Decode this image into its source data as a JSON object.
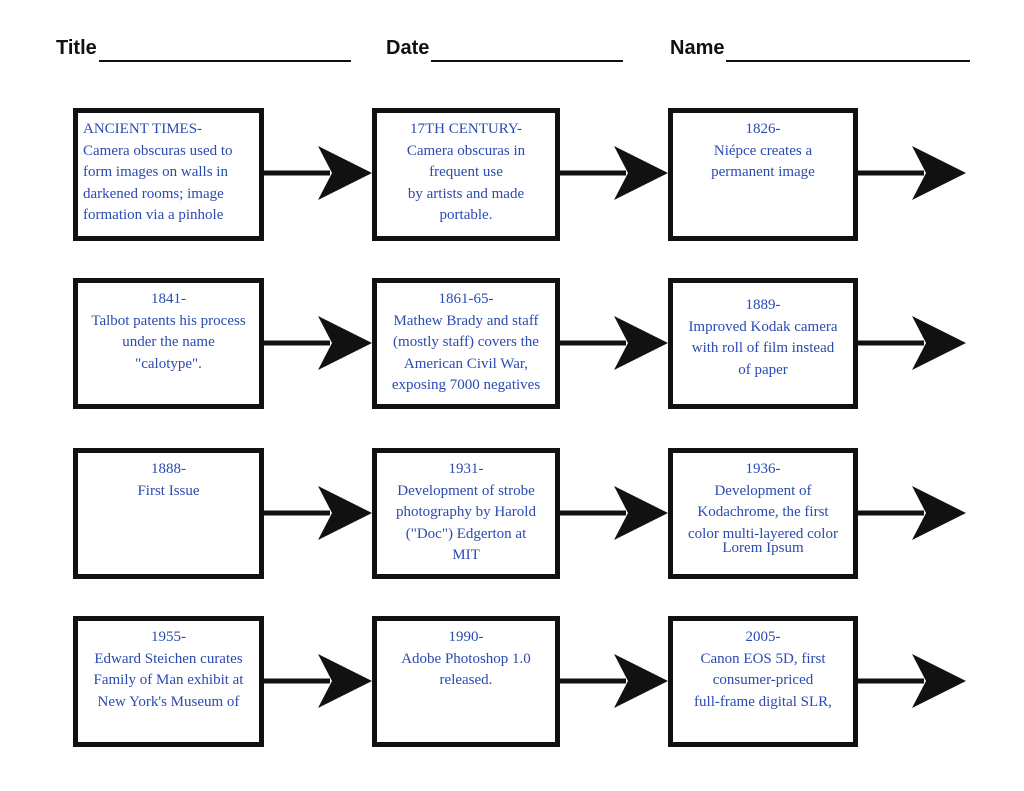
{
  "header": {
    "title_label": "Title",
    "date_label": "Date",
    "name_label": "Name"
  },
  "events": [
    {
      "text": "ANCIENT TIMES-\nCamera obscuras used to\nform images on walls in\ndarkened rooms; image\nformation via a pinhole"
    },
    {
      "text": "17TH CENTURY-\nCamera obscuras in\nfrequent use\nby artists and made\nportable."
    },
    {
      "text": "1826-\nNiépce creates a\npermanent image"
    },
    {
      "text": "1841-\nTalbot patents his process\nunder the name\n\"calotype\"."
    },
    {
      "text": "1861-65-\nMathew Brady and staff\n(mostly staff) covers the\nAmerican Civil War,\nexposing 7000 negatives"
    },
    {
      "text": "1889-\nImproved Kodak camera\nwith roll of film instead\nof paper"
    },
    {
      "text": "1888-\nFirst Issue"
    },
    {
      "text": "1931-\nDevelopment of strobe\nphotography by Harold\n(\"Doc\") Edgerton at\nMIT"
    },
    {
      "text": "1936-\nDevelopment of\nKodachrome, the first\ncolor multi-layered color",
      "overlay": "Lorem Ipsum"
    },
    {
      "text": "1955-\nEdward Steichen curates\nFamily of Man exhibit at\nNew York's Museum of"
    },
    {
      "text": "1990-\nAdobe Photoshop 1.0\nreleased."
    },
    {
      "text": "2005-\nCanon EOS 5D, first\nconsumer-priced\nfull-frame digital SLR,"
    }
  ],
  "colors": {
    "text_blue": "#2a4bb0",
    "border": "#111111"
  }
}
